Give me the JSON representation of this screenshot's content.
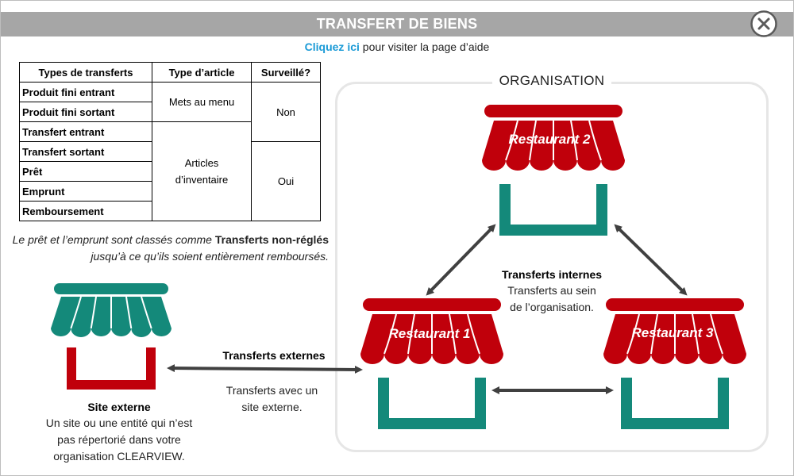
{
  "header": {
    "title": "TRANSFERT DE BIENS",
    "close_icon": "close-circle-icon"
  },
  "help": {
    "link_text": "Cliquez ici",
    "rest_text": " pour visiter la page d’aide",
    "link_color": "#1a9ad6"
  },
  "table": {
    "headers": [
      "Types de transferts",
      "Type d’article",
      "Surveillé?"
    ],
    "rows": [
      "Produit fini entrant",
      "Produit fini sortant",
      "Transfert entrant",
      "Transfert sortant",
      "Prêt",
      "Emprunt",
      "Remboursement"
    ],
    "article_group_1": "Mets au menu",
    "article_group_2_line1": "Articles",
    "article_group_2_line2": "d’inventaire",
    "monitored_1": "Non",
    "monitored_2": "Oui"
  },
  "note": {
    "part1": "Le prêt et l’emprunt sont classés comme ",
    "bold": "Transferts non-réglés",
    "part2": " jusqu’à ce qu’ils soient entièrement remboursés."
  },
  "external_site": {
    "title": "Site externe",
    "desc_line1": "Un site ou une entité qui n’est",
    "desc_line2": "pas répertorié dans votre",
    "desc_line3": "organisation CLEARVIEW."
  },
  "external_transfers": {
    "title": "Transferts externes",
    "desc_line1": "Transferts avec un",
    "desc_line2": "site externe."
  },
  "organisation": {
    "label": "ORGANISATION",
    "stores": [
      "Restaurant 1",
      "Restaurant 2",
      "Restaurant 3"
    ]
  },
  "internal_transfers": {
    "title": "Transferts internes",
    "desc_line1": "Transferts au sein",
    "desc_line2": "de l’organisation."
  },
  "colors": {
    "org_awning": "#c0000b",
    "org_base": "#14897a",
    "external_awning": "#14897a",
    "external_base": "#c0000b",
    "arrows": "#404040",
    "title_bar": "#a6a6a6"
  }
}
